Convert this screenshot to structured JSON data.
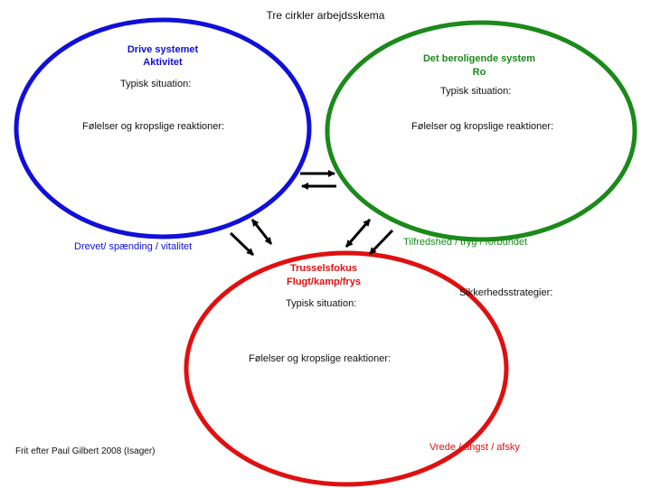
{
  "title": "Tre cirkler arbejdsskema",
  "colors": {
    "drive": "#1010d8",
    "soothing": "#1a8a1a",
    "threat": "#e01010",
    "arrow": "#000000"
  },
  "drive": {
    "name_line1": "Drive systemet",
    "name_line2": "Aktivitet",
    "situation": "Typisk situation:",
    "feelings": "Følelser og kropslige reaktioner:",
    "emotions": "Drevet/ spænding / vitalitet"
  },
  "soothing": {
    "name_line1": "Det beroligende system",
    "name_line2": "Ro",
    "situation": "Typisk situation:",
    "feelings": "Følelser og kropslige reaktioner:",
    "emotions": "Tilfredshed / tryg / forbundet"
  },
  "threat": {
    "name_line1": "Trusselsfokus",
    "name_line2": "Flugt/kamp/frys",
    "situation": "Typisk situation:",
    "strategies": "Sikkerhedsstrategier:",
    "feelings": "Følelser og kropslige reaktioner:",
    "emotions": "Vrede / angst / afsky"
  },
  "source": "Frit efter Paul Gilbert 2008 (Isager)"
}
